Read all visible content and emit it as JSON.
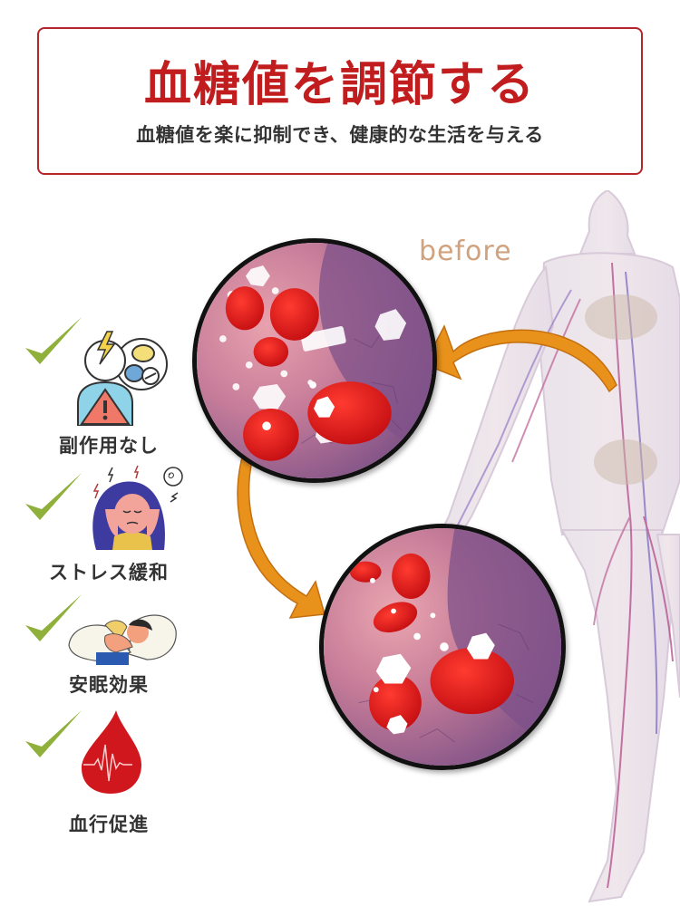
{
  "header": {
    "title": "血糖値を調節する",
    "subtitle": "血糖値を楽に抑制でき、健康的な生活を与える",
    "title_color": "#c11d1f",
    "border_color": "#b5262a"
  },
  "illustration": {
    "before_label": "before",
    "before_color": "#d0a27e",
    "arrow_color": "#e8921c",
    "figure": "human-circulatory-system",
    "magnifiers": [
      {
        "name": "before-blood-view",
        "description": "blood vessel with many glucose crystals"
      },
      {
        "name": "after-blood-view",
        "description": "blood vessel with fewer glucose crystals"
      }
    ]
  },
  "benefits": [
    {
      "label": "副作用なし",
      "icon": "no-side-effects-icon"
    },
    {
      "label": "ストレス緩和",
      "icon": "stress-relief-icon"
    },
    {
      "label": "安眠効果",
      "icon": "sleep-icon"
    },
    {
      "label": "血行促進",
      "icon": "blood-drop-icon"
    }
  ],
  "check_color": "#8fb03a"
}
